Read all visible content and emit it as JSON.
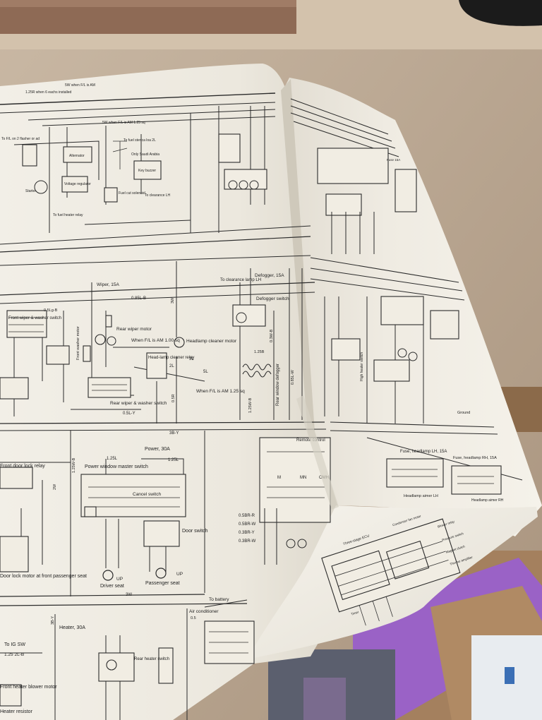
{
  "diagram": {
    "top_left": [
      "1.25R when 6 eachs installed",
      "5W when F/L is AM",
      "5W when F/L is AM 1.25 sq",
      "To F/L on 2 flasher or ad",
      "Alternator",
      "Voltage regulator",
      "Only Saudi Arabia",
      "Key buzzer",
      "To fuel sterica loa 2L",
      "Fuel cut solenoid",
      "To clearance LH",
      "To fuel heater relay",
      "Starter"
    ],
    "wiper": {
      "fuse": "Wiper, 15A",
      "front_switch": "Front wiper & washer switch",
      "rear_motor": "Rear wiper motor",
      "fl_note_1": "When F/L is AM 1.00 sq",
      "rear_switch": "Rear wiper & washer switch",
      "front_washer": "Front washer motor",
      "wire_1": "0.5L-Y",
      "wire_2": "0.85L-B",
      "wire_3": "0.5Lg-B"
    },
    "headlamp": {
      "motor": "Headlamp cleaner motor",
      "relay": "Head-lamp cleaner relay",
      "fl_note_2": "When F/L is AM 1.25 sq",
      "wire_5l": "5L",
      "wire_3l": "3L",
      "wire_2l": "2L",
      "wire_3w": "3W",
      "wire_05r": "0.5R"
    },
    "defogger": {
      "clearance": "To clearance lamp LH",
      "fuse": "Defogger, 15A",
      "switch": "Defogger switch",
      "element": "Rear window defogger",
      "wire_1": "1.25B",
      "wire_2": "1.25W-B",
      "wire_3": "0.3W-B",
      "wire_4": "0.85L-W"
    },
    "power_window": {
      "fuse": "Power, 30A",
      "master": "Power window master switch",
      "cancel": "Cancel switch",
      "door_switch": "Door switch",
      "driver": "Driver seat",
      "passenger": "Passenger seat",
      "up": "UP",
      "wire_38y": "3B-Y",
      "wire_125l": "1.25L",
      "wire_125w": "1.25W-B",
      "wire_2w": "2W",
      "wire_3w": "3W"
    },
    "door_lock": {
      "front": "Front door lock relay",
      "motor": "Door lock motor at front passenger seat"
    },
    "remote": {
      "label": "Remote control",
      "m": "M",
      "mn": "MN",
      "omh": "OMH",
      "wires": [
        "0.5BR-R",
        "0.5BR-W",
        "0.3BR-Y",
        "0.3BR-W"
      ]
    },
    "right_page": {
      "fuse_lh": "Fuse, headlamp LH, 15A",
      "fuse_rh": "Fuse, headlamp RH, 15A",
      "aimer_lh": "Headlamp aimer LH",
      "aimer_rh": "Headlamp aimer RH",
      "ground": "Ground",
      "heater_switch": "High heater switch",
      "fuse_top": "Fuse 15A"
    },
    "fold_sheet": {
      "ecu": "Three-stage ECU",
      "labels": [
        "Condenser fan motor",
        "Blower relay",
        "Pressure switch",
        "Magnet clutch",
        "Thermo amplifier",
        "Timer"
      ]
    },
    "heater": {
      "to_battery": "To battery",
      "aircon": "Air conditioner",
      "aircon_rate": "0.5",
      "fuse": "Heater, 30A",
      "ig": "To IG SW",
      "ig_wire": "1.25 2L-B",
      "front_motor": "Front heater blower motor",
      "resistor": "Heater resistor",
      "rear_switch": "Rear heater switch",
      "wire_3by": "3B-Y"
    }
  }
}
